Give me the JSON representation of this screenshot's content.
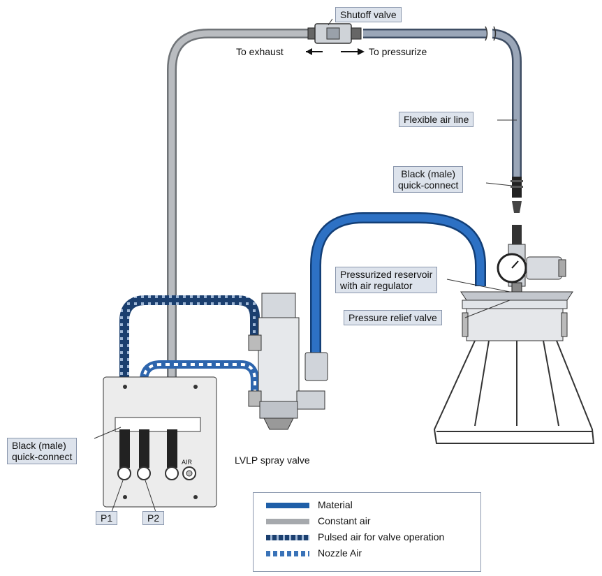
{
  "labels": {
    "shutoff_valve": "Shutoff valve",
    "to_exhaust": "To exhaust",
    "to_pressurize": "To pressurize",
    "flexible_air_line": "Flexible air line",
    "quick_connect_top_line1": "Black (male)",
    "quick_connect_top_line2": "quick-connect",
    "reservoir_line1": "Pressurized reservoir",
    "reservoir_line2": "with air regulator",
    "pressure_relief": "Pressure relief valve",
    "quick_connect_left_line1": "Black (male)",
    "quick_connect_left_line2": "quick-connect",
    "lvlp": "LVLP spray valve",
    "p1": "P1",
    "p2": "P2",
    "panel_air": "AIR"
  },
  "legend": {
    "items": [
      {
        "label": "Material",
        "style": "material"
      },
      {
        "label": "Constant air",
        "style": "constant"
      },
      {
        "label": "Pulsed air for valve operation",
        "style": "pulsed"
      },
      {
        "label": "Nozzle Air",
        "style": "nozzle"
      }
    ]
  },
  "colors": {
    "material": "#1f5fa8",
    "constant": "#a6a9ad",
    "pulsed": "#1b3f6f",
    "nozzle": "#3a73b8",
    "callout_bg": "#dde3ec"
  }
}
